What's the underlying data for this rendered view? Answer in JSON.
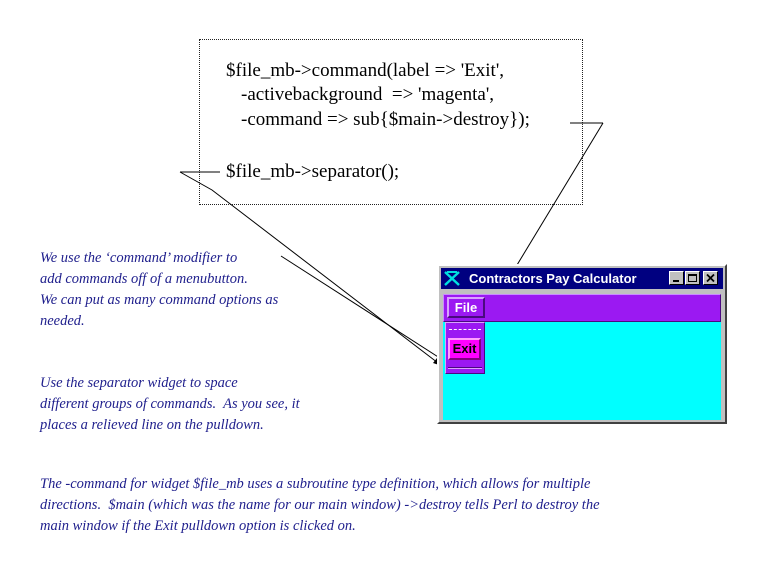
{
  "code": {
    "line1": "$file_mb->command(label => 'Exit',",
    "line2": "-activebackground  => 'magenta',",
    "line3": "-command => sub{$main->destroy});",
    "line4": "$file_mb->separator();"
  },
  "notes": {
    "command_note": "We use the ‘command’ modifier to\nadd commands off of a menubutton.\nWe can put as many command options as\nneeded.",
    "separator_note": "Use the separator widget to space\ndifferent groups of commands.  As you see, it\nplaces a relieved line on the pulldown.",
    "subroutine_note": "The -command for widget $file_mb uses a subroutine type definition, which allows for multiple\ndirections.  $main (which was the name for our main window) ->destroy tells Perl to destroy the\nmain window if the Exit pulldown option is clicked on."
  },
  "window": {
    "title": "Contractors Pay Calculator",
    "file_label": "File",
    "exit_label": "Exit"
  },
  "colors": {
    "menubar": "#9b19f2",
    "client": "#00ffff",
    "exit_background": "#ff00ff",
    "titlebar": "#000080",
    "note_text": "#1e1e8c"
  },
  "icons": [
    "tk-icon",
    "minimize-icon",
    "maximize-icon",
    "close-icon"
  ]
}
